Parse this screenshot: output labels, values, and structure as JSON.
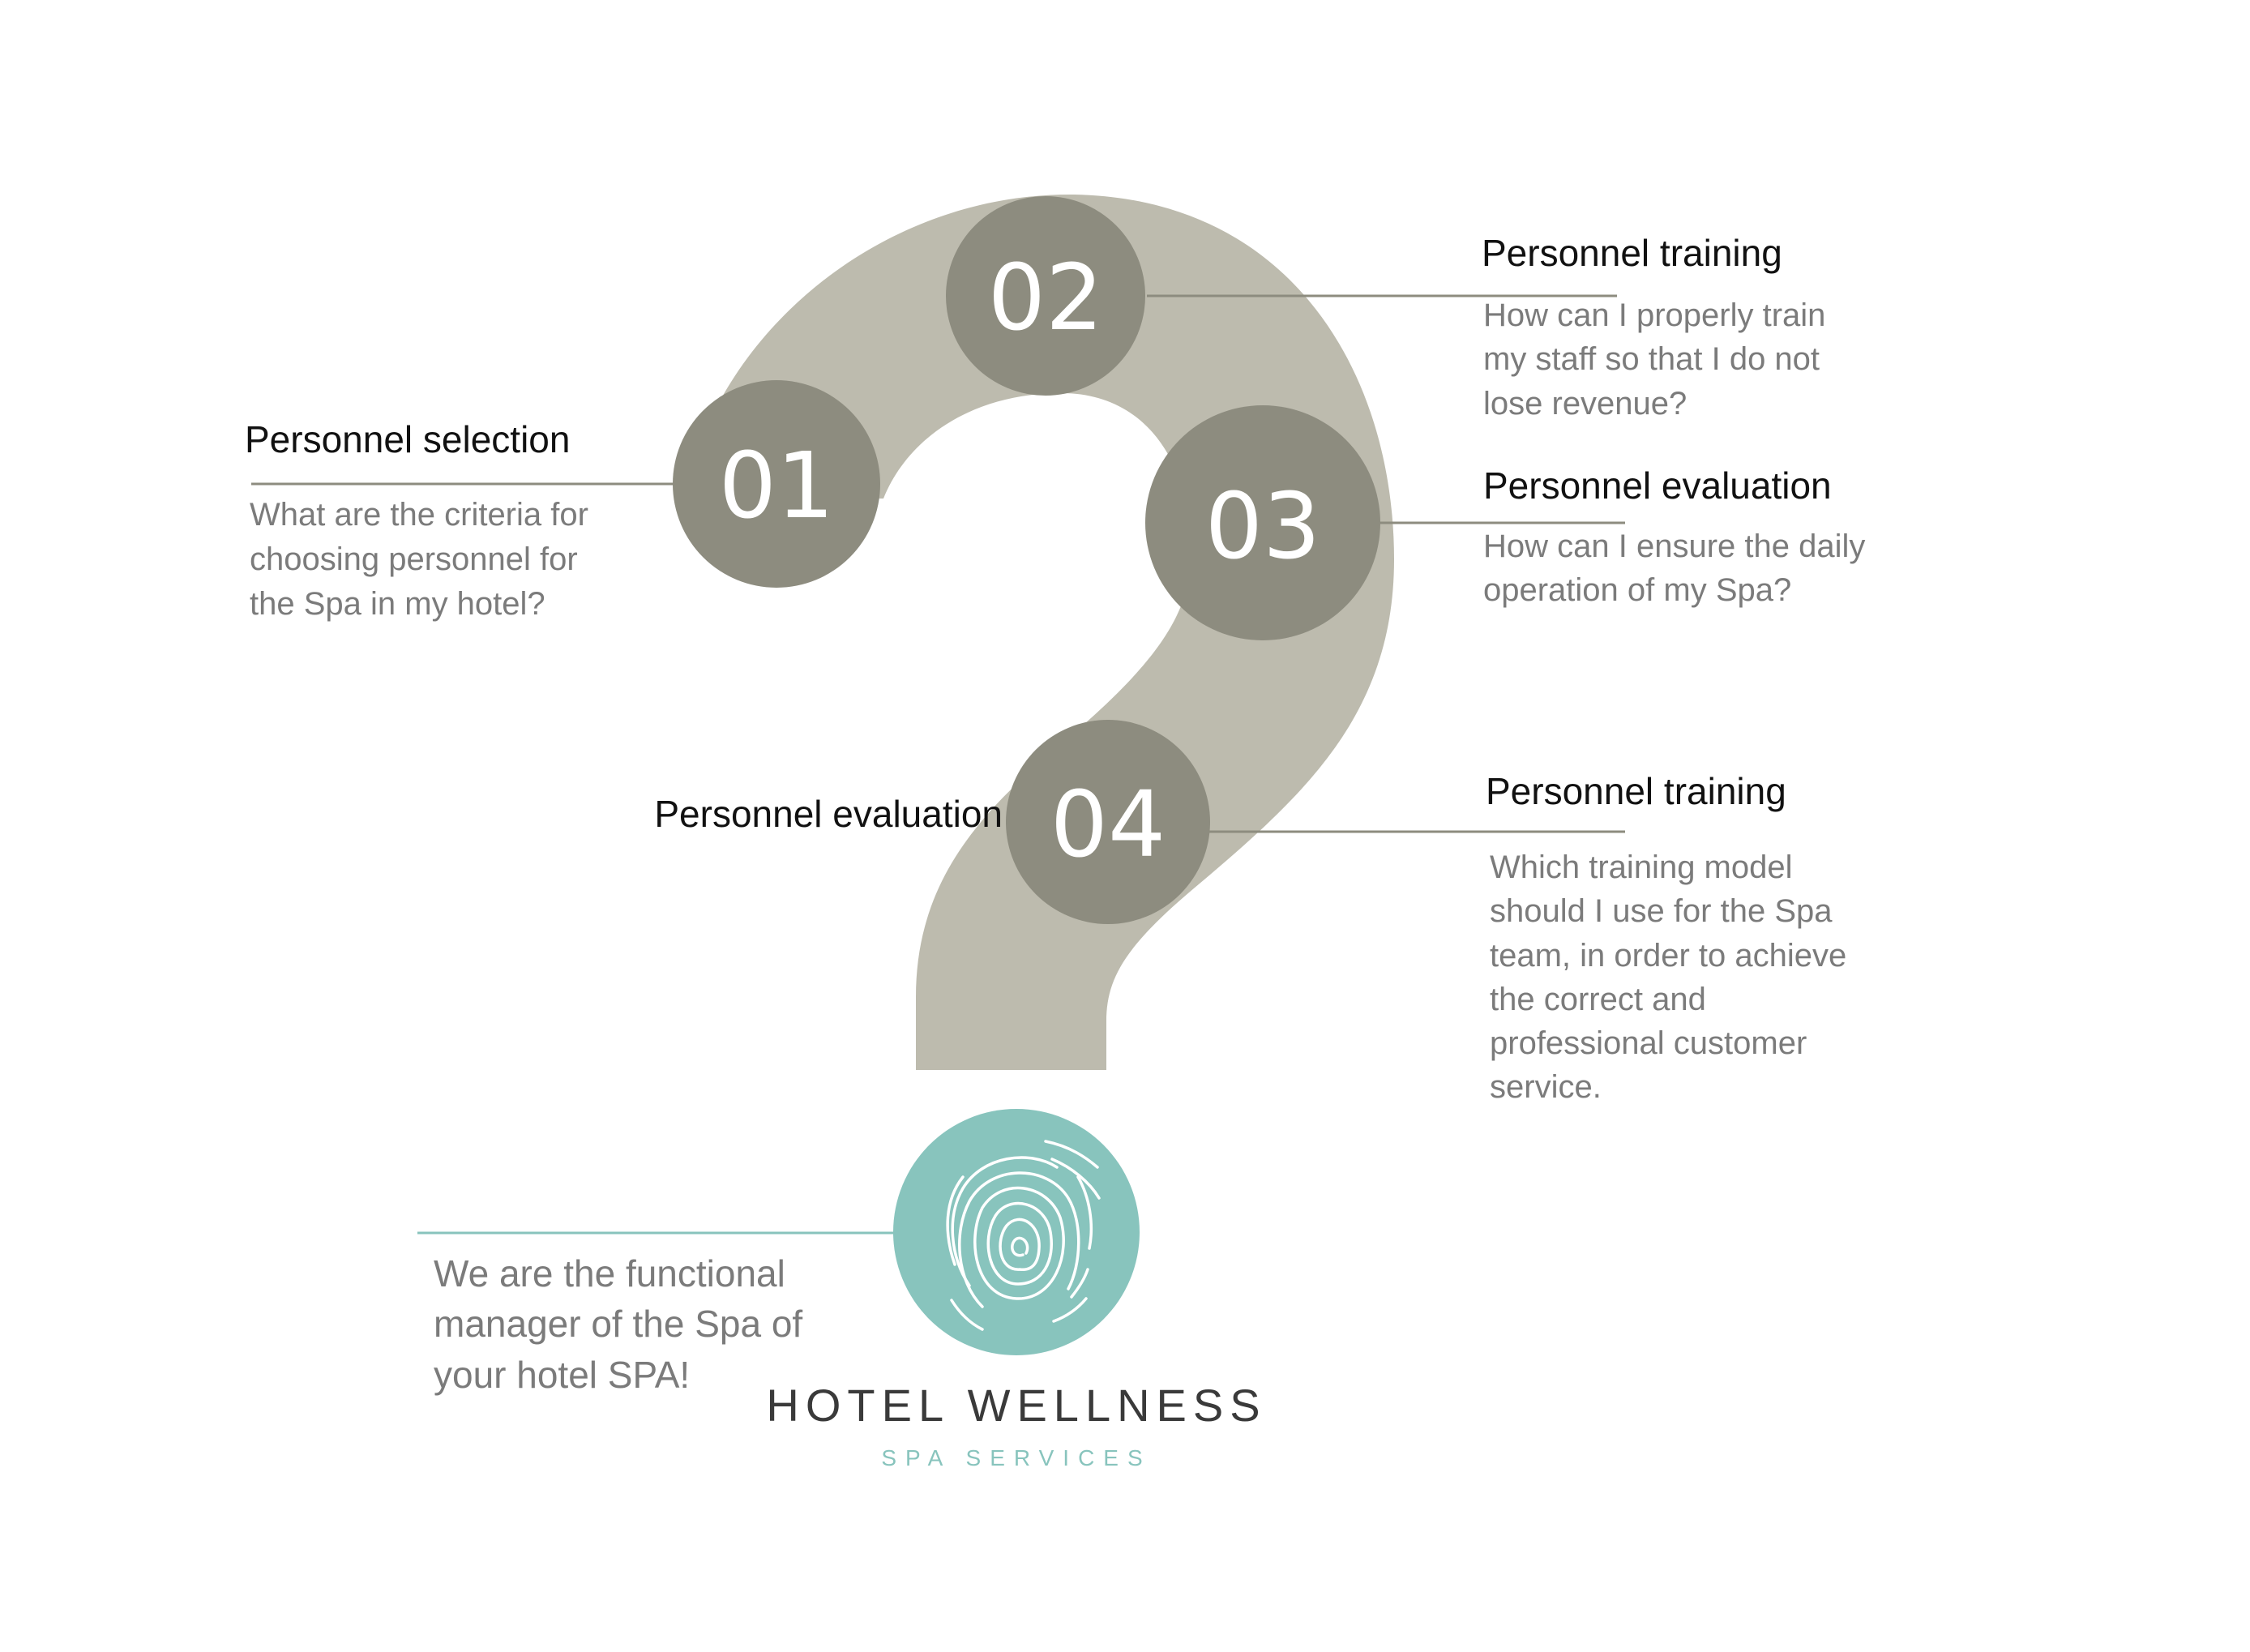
{
  "colors": {
    "question_mark": "#bdbbae",
    "circle": "#8d8c7f",
    "connector": "#8d8c7f",
    "teal": "#88c4bd",
    "title_text": "#111111",
    "desc_text": "#7b7b7b"
  },
  "steps": [
    {
      "number": "01",
      "title": "Personnel selection",
      "lines": [
        "What are the criteria for",
        "choosing personnel for",
        "the Spa in my hotel?"
      ]
    },
    {
      "number": "02",
      "title": "Personnel training",
      "lines": [
        "How can I properly train",
        "my staff so that I do not",
        "lose revenue?"
      ]
    },
    {
      "number": "03",
      "title": "Personnel evaluation",
      "lines": [
        "How can I ensure the daily",
        "operation of my Spa?"
      ]
    },
    {
      "number": "04",
      "title_left": "Personnel evaluation",
      "title": "Personnel training",
      "lines": [
        "Which training model",
        "should I use for the Spa",
        "team, in order to achieve",
        "the correct and",
        "professional customer",
        "service."
      ]
    }
  ],
  "logo": {
    "icon": "fingerprint-icon",
    "tagline_lines": [
      "We are the functional",
      "manager of the Spa of",
      "your hotel SPA!"
    ],
    "brand_name": "HOTEL WELLNESS",
    "brand_sub": "SPA SERVICES"
  }
}
